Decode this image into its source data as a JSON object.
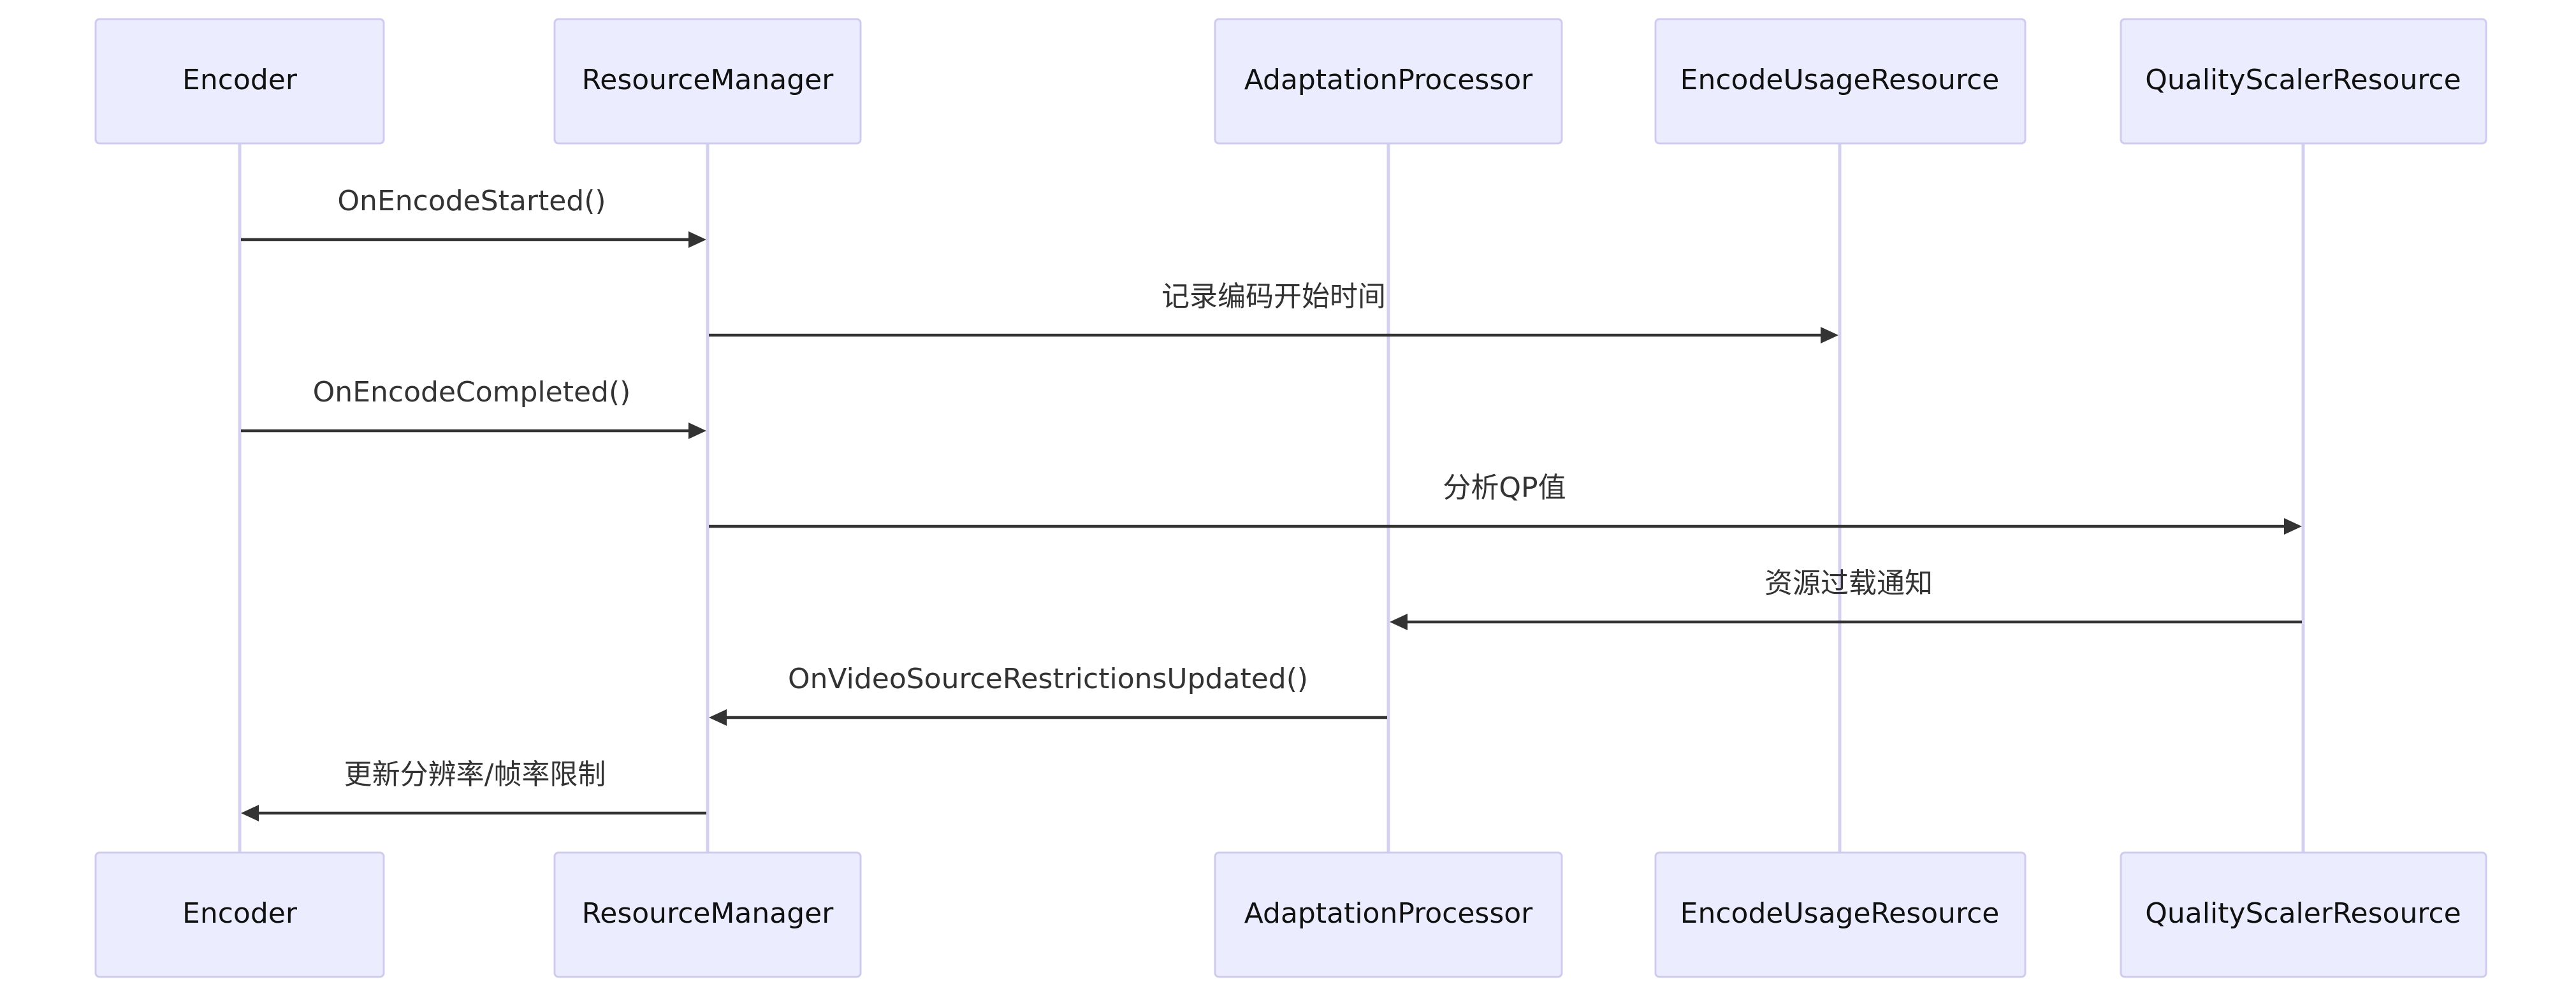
{
  "diagram": {
    "participants": [
      {
        "id": "encoder",
        "label": "Encoder"
      },
      {
        "id": "resource_manager",
        "label": "ResourceManager"
      },
      {
        "id": "adaptation_processor",
        "label": "AdaptationProcessor"
      },
      {
        "id": "encode_usage_resource",
        "label": "EncodeUsageResource"
      },
      {
        "id": "quality_scaler_resource",
        "label": "QualityScalerResource"
      }
    ],
    "messages": [
      {
        "from": "encoder",
        "to": "resource_manager",
        "label": "OnEncodeStarted()"
      },
      {
        "from": "resource_manager",
        "to": "encode_usage_resource",
        "label": "记录编码开始时间"
      },
      {
        "from": "encoder",
        "to": "resource_manager",
        "label": "OnEncodeCompleted()"
      },
      {
        "from": "resource_manager",
        "to": "quality_scaler_resource",
        "label": "分析QP值"
      },
      {
        "from": "quality_scaler_resource",
        "to": "adaptation_processor",
        "label": "资源过载通知"
      },
      {
        "from": "adaptation_processor",
        "to": "resource_manager",
        "label": "OnVideoSourceRestrictionsUpdated()"
      },
      {
        "from": "resource_manager",
        "to": "encoder",
        "label": "更新分辨率/帧率限制"
      }
    ]
  }
}
